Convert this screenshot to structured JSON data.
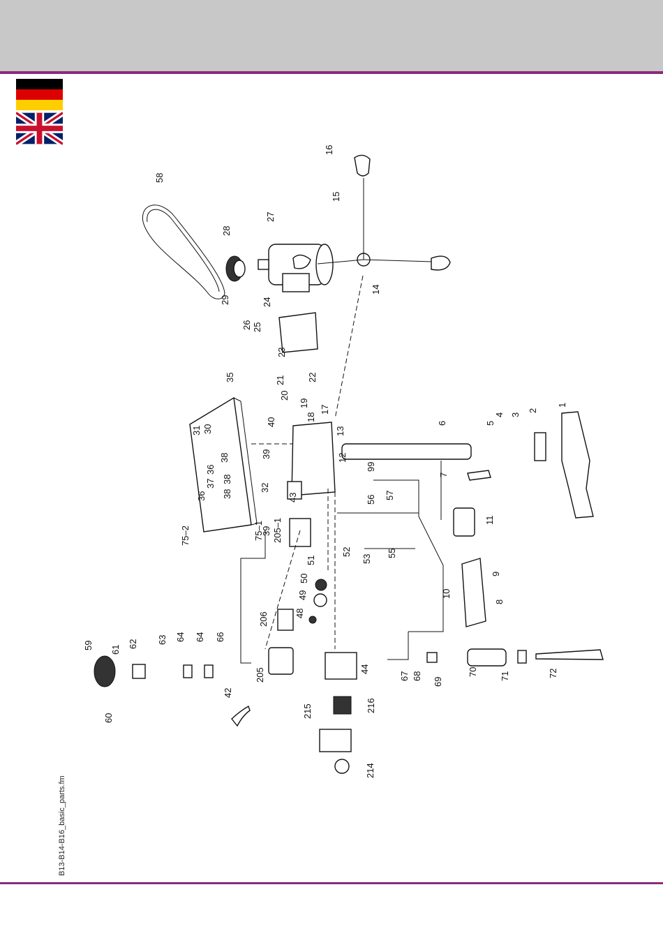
{
  "document": {
    "side_note": "B13-B14-B16_basic_parts.fm"
  },
  "flags": [
    "german-flag",
    "uk-flag"
  ],
  "colors": {
    "accent": "#8b2a7e",
    "header": "#c8c8c8"
  },
  "part_labels": [
    "58",
    "16",
    "15",
    "28",
    "27",
    "29",
    "14",
    "24",
    "26",
    "25",
    "23",
    "22",
    "21",
    "20",
    "19",
    "18",
    "17",
    "35",
    "40",
    "31",
    "30",
    "13",
    "12",
    "39",
    "38",
    "36",
    "37",
    "38",
    "99",
    "32",
    "56",
    "57",
    "36",
    "38",
    "43",
    "39",
    "75–1",
    "75–2",
    "205–1",
    "52",
    "53",
    "55",
    "6",
    "5",
    "4",
    "3",
    "2",
    "1",
    "7",
    "11",
    "10",
    "9",
    "8",
    "51",
    "50",
    "49",
    "48",
    "206",
    "205",
    "44",
    "59",
    "61",
    "62",
    "63",
    "64",
    "64",
    "66",
    "60",
    "42",
    "215",
    "216",
    "214",
    "67",
    "68",
    "69",
    "70",
    "71",
    "72"
  ]
}
